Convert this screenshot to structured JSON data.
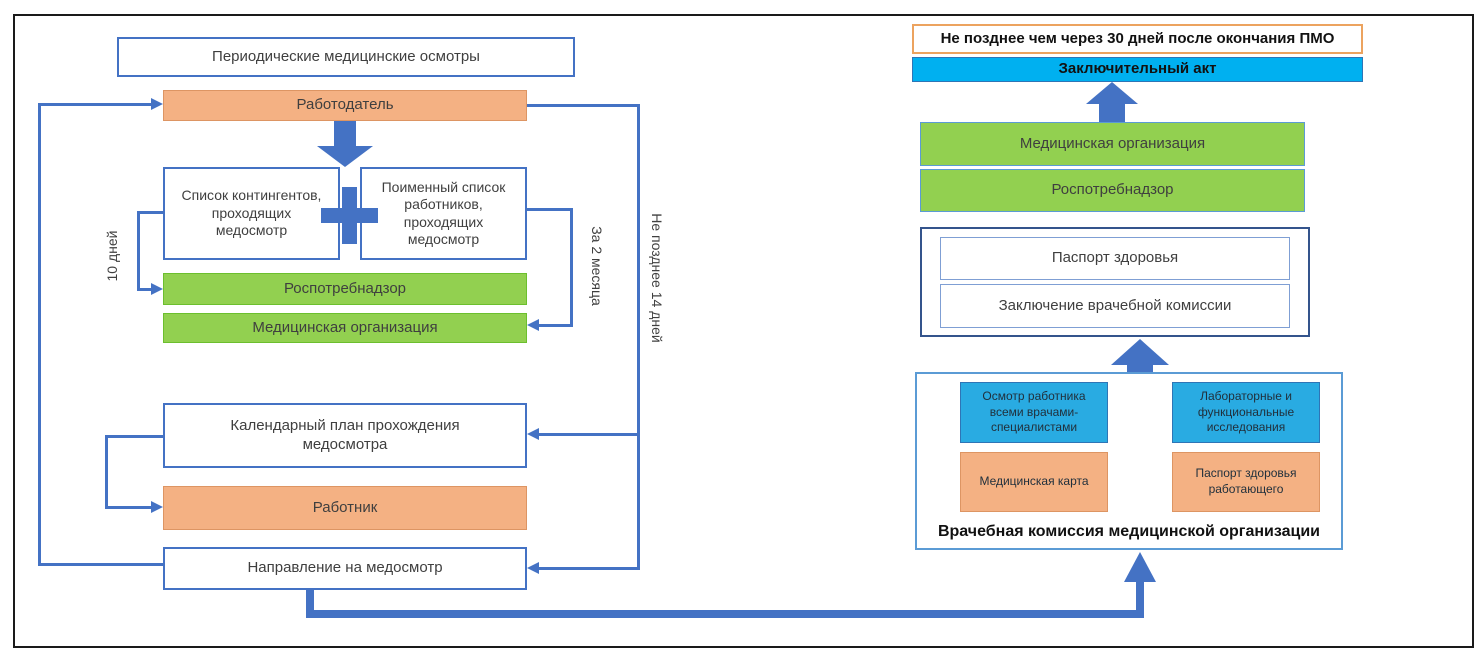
{
  "diagram_title": "Периодические медицинские осмотры",
  "colors": {
    "accent_blue": "#4472c4",
    "fill_orange": "#f4b183",
    "fill_green": "#92d050",
    "fill_cyan": "#00b0f0",
    "border_black": "#1a1a1a"
  },
  "left": {
    "title": "Периодические медицинские осмотры",
    "employer": "Работодатель",
    "contingent_list": "Список контингентов, проходящих медосмотр",
    "named_list": "Поименный список работников, проходящих медосмотр",
    "rospotrebnadzor": "Роспотребнадзор",
    "med_org": "Медицинская организация",
    "calendar_plan": "Календарный план прохождения медосмотра",
    "worker": "Работник",
    "referral": "Направление на медосмотр",
    "label_10_days": "10 дней",
    "label_2_months": "За 2 месяца",
    "label_14_days": "Не позднее 14 дней"
  },
  "right": {
    "deadline_note": "Не позднее чем через 30 дней после окончания ПМО",
    "final_act": "Заключительный акт",
    "med_org": "Медицинская организация",
    "rospotrebnadzor": "Роспотребнадзор",
    "health_passport": "Паспорт здоровья",
    "commission_conclusion": "Заключение врачебной комиссии",
    "exam_all_doctors": "Осмотр работника всеми врачами-специалистами",
    "lab_functional": "Лабораторные и функциональные исследования",
    "medical_card": "Медицинская карта",
    "worker_health_passport": "Паспорт здоровья работающего",
    "commission_label": "Врачебная комиссия медицинской организации"
  }
}
